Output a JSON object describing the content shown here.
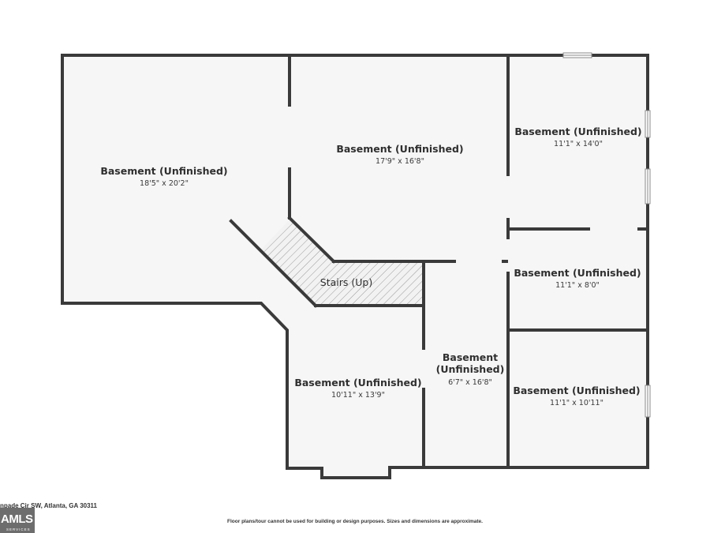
{
  "rooms": [
    {
      "name": "Basement (Unfinished)",
      "dims": "18'5\" x 20'2\""
    },
    {
      "name": "Basement (Unfinished)",
      "dims": "17'9\" x 16'8\""
    },
    {
      "name": "Basement (Unfinished)",
      "dims": "11'1\" x 14'0\""
    },
    {
      "name": "Basement (Unfinished)",
      "dims": "11'1\" x 8'0\""
    },
    {
      "name": "Basement (Unfinished)",
      "dims": "10'11\" x 13'9\""
    },
    {
      "name_line1": "Basement",
      "name_line2": "(Unfinished)",
      "dims": "6'7\" x 16'8\""
    },
    {
      "name": "Basement (Unfinished)",
      "dims": "11'1\" x 10'11\""
    }
  ],
  "stairs": {
    "label": "Stairs (Up)"
  },
  "footer": {
    "address": "npade Cir SW, Atlanta, GA 30311",
    "disclaimer": "Floor plans/tour cannot be used for building or design purposes. Sizes and dimensions are approximate.",
    "logo_text": "AMLS",
    "logo_sub": "SERVICES"
  },
  "colors": {
    "wall": "#3a3a3a",
    "floor": "#f6f6f6",
    "background": "#ffffff"
  }
}
